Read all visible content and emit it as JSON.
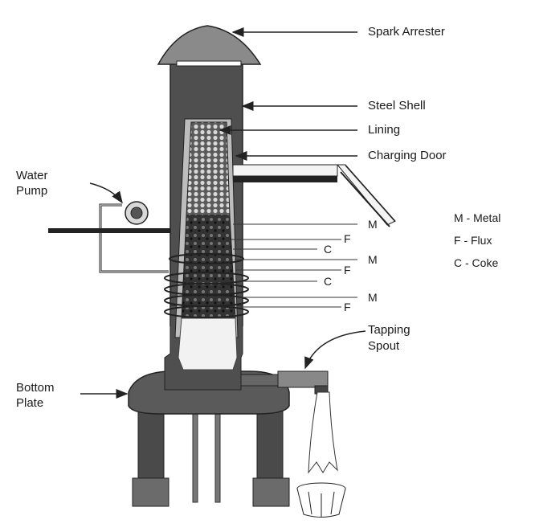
{
  "labels": {
    "spark_arrester": "Spark Arrester",
    "steel_shell": "Steel Shell",
    "lining": "Lining",
    "charging_door": "Charging Door",
    "water_pump_1": "Water",
    "water_pump_2": "Pump",
    "tapping_spout_1": "Tapping",
    "tapping_spout_2": "Spout",
    "bottom_plate_1": "Bottom",
    "bottom_plate_2": "Plate"
  },
  "layers": [
    {
      "id": "m1",
      "text": "M"
    },
    {
      "id": "f1",
      "text": "F"
    },
    {
      "id": "c1",
      "text": "C"
    },
    {
      "id": "m2",
      "text": "M"
    },
    {
      "id": "f2",
      "text": "F"
    },
    {
      "id": "c2",
      "text": "C"
    },
    {
      "id": "m3",
      "text": "M"
    },
    {
      "id": "f3",
      "text": "F"
    }
  ],
  "legend": [
    {
      "text": "M - Metal"
    },
    {
      "text": "F - Flux"
    },
    {
      "text": "C - Coke"
    }
  ]
}
